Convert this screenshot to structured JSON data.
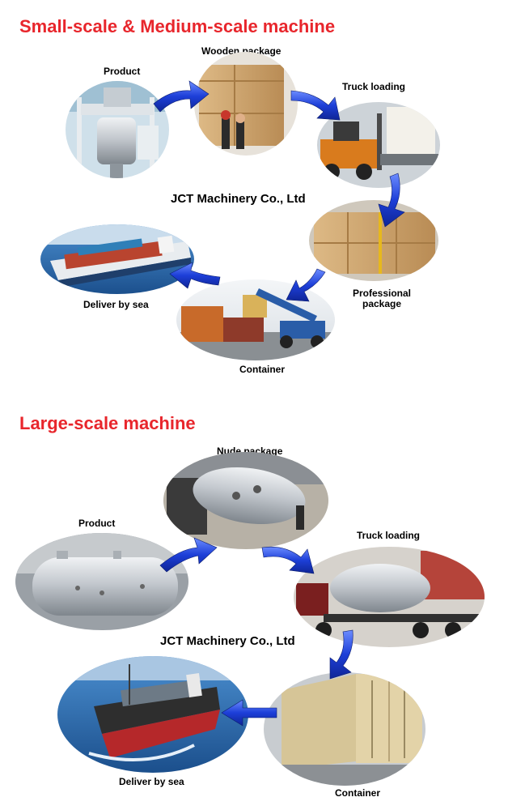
{
  "sections": [
    {
      "title": "Small-scale & Medium-scale machine",
      "company": "JCT Machinery Co., Ltd",
      "steps": [
        {
          "label": "Product"
        },
        {
          "label": "Wooden package"
        },
        {
          "label": "Truck loading"
        },
        {
          "label_line1": "Professional",
          "label_line2": "package"
        },
        {
          "label": "Container"
        },
        {
          "label": "Deliver by sea"
        }
      ]
    },
    {
      "title": "Large-scale machine",
      "company": "JCT Machinery Co., Ltd",
      "steps": [
        {
          "label": "Product"
        },
        {
          "label": "Nude package"
        },
        {
          "label": "Truck loading"
        },
        {
          "label": "Container"
        },
        {
          "label": "Deliver by sea"
        }
      ]
    }
  ],
  "colors": {
    "title": "#e8262c",
    "arrow": "#1d3fd8",
    "arrow_highlight": "#5b7cf5",
    "wood": "#c9a06a",
    "steel": "#b7bcc2",
    "container_beige": "#e3d3a8",
    "container_orange": "#c86a2a",
    "sea": "#2f6fb3",
    "ship_hull_red": "#b5282a"
  }
}
